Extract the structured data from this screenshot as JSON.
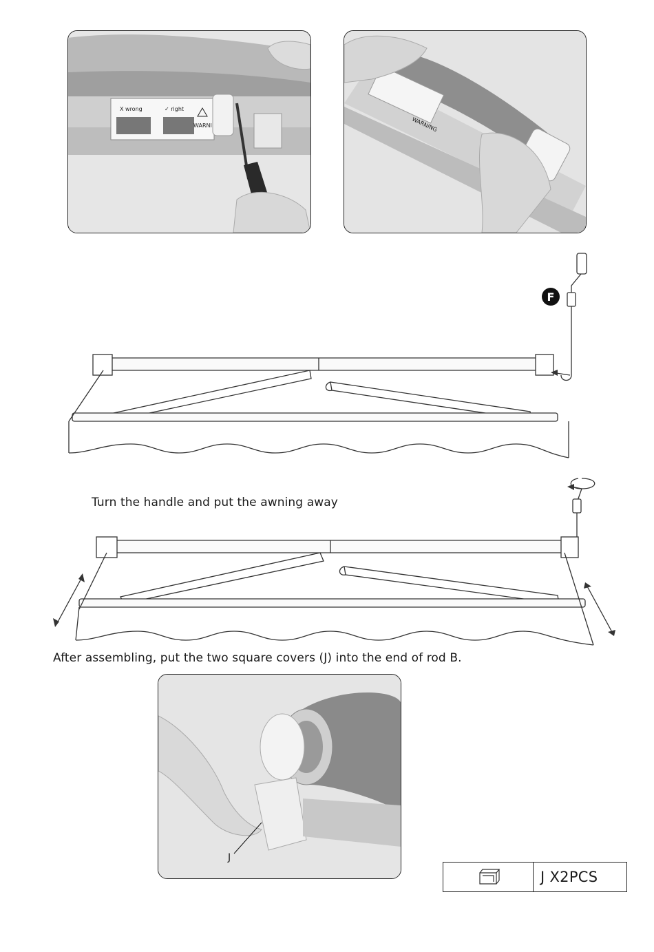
{
  "photos": {
    "top_left": {
      "sticker_wrong": "X wrong",
      "sticker_right": "✓ right",
      "sticker_warning": "WARNING"
    },
    "top_right": {
      "sticker_warning": "WARNING"
    },
    "bottom": {
      "label": "J"
    }
  },
  "diagram_1": {
    "part_label": "F"
  },
  "captions": {
    "turn_handle": "Turn the handle and put the awning away",
    "after_assembling": "After assembling, put the two square covers (J) into the end of rod B."
  },
  "parts_table": {
    "quantity": "J X2PCS",
    "icon": "square-cover-icon"
  }
}
